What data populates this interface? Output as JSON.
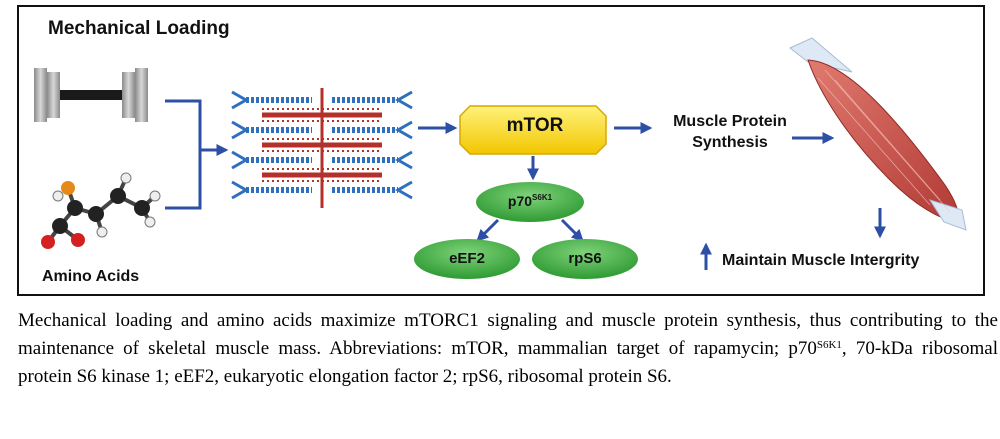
{
  "figure": {
    "title": "Mechanical Loading",
    "inputs": {
      "amino_label": "Amino Acids"
    },
    "nodes": {
      "mtor": "mTOR",
      "p70_base": "p70",
      "p70_sup": "S6K1",
      "eef2": "eEF2",
      "rps6": "rpS6"
    },
    "outputs": {
      "mps_line1": "Muscle Protein",
      "mps_line2": "Synthesis",
      "maintain": "Maintain Muscle Intergrity"
    }
  },
  "caption": {
    "part1": "Mechanical loading and amino acids maximize mTORC1 signaling and muscle protein synthesis, thus contributing to the maintenance of skeletal muscle mass. Abbreviations: mTOR, mammalian target of rapamycin; p70",
    "sup": "S6K1",
    "part2": ", 70-kDa ribosomal protein S6 kinase 1; eEF2, eukaryotic elongation factor 2; rpS6, ribosomal protein S6."
  },
  "colors": {
    "arrow": "#2e4fa6",
    "mtor_fill": "#f5d200",
    "node_green": "#3fae3f",
    "sarcomere_blue": "#2f6fc0",
    "sarcomere_red": "#b4302a",
    "muscle_red": "#c9433f"
  }
}
